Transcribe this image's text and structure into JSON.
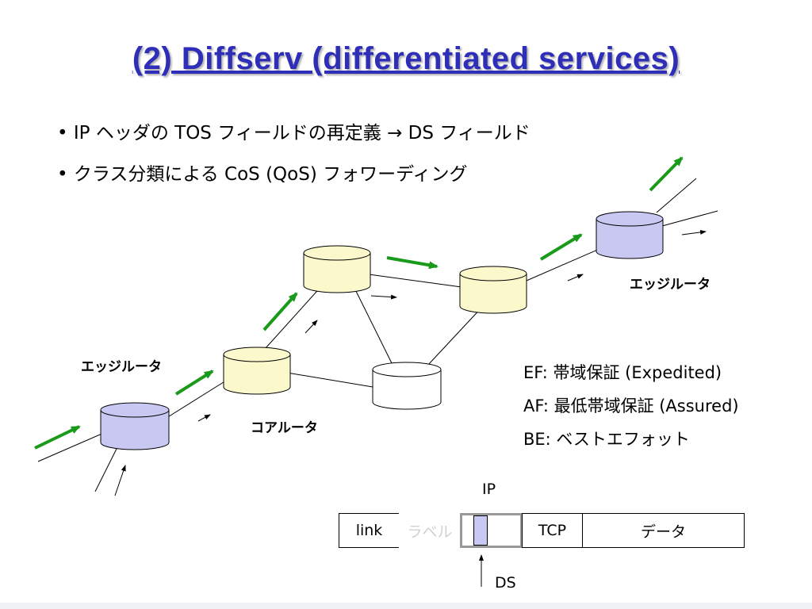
{
  "title": "(2)  Diffserv (differentiated services)",
  "bullets": [
    "• IP ヘッダの TOS フィールドの再定義 → DS フィールド",
    "• クラス分類による CoS (QoS) フォワーディング"
  ],
  "labels": {
    "edge_router_left": "エッジルータ",
    "edge_router_right": "エッジルータ",
    "core_router": "コアルータ"
  },
  "legend": [
    "EF: 帯域保証 (Expedited)",
    "AF: 最低帯域保証 (Assured)",
    "BE: ベストエフォット"
  ],
  "packet": {
    "ip_label": "IP",
    "ds_label": "DS",
    "fields": [
      "link",
      "ラベル",
      "",
      "",
      "TCP",
      "データ"
    ]
  },
  "colors": {
    "title": "#2e2eb8",
    "edge_router": "#c8c8f2",
    "core_router": "#fbf8cc",
    "arrow_green": "#1a9a1a",
    "ds_field": "#c8c8f2"
  }
}
